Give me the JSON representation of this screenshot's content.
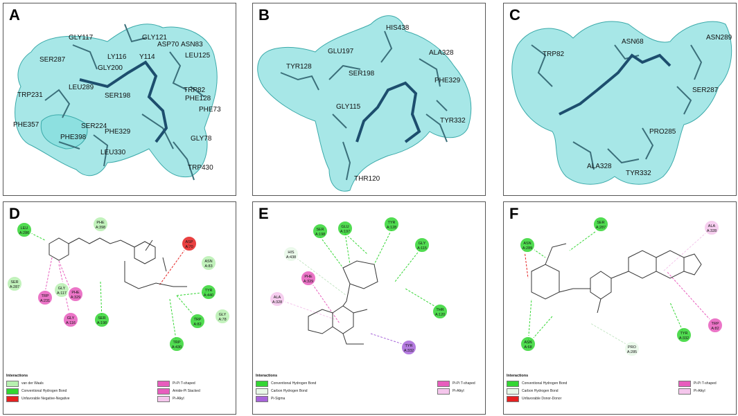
{
  "panels": {
    "A": {
      "label": "A",
      "residues": [
        "SER287",
        "GLY117",
        "LY116",
        "Y114",
        "ASP70",
        "ASN83",
        "LEU125",
        "GLY200",
        "TRP82",
        "PHE128",
        "TRP231",
        "LEU289",
        "SER198",
        "PHE73",
        "GLY121",
        "PHE357",
        "PHE398",
        "SER224",
        "PHE329",
        "GLY78",
        "LEU330",
        "TRP430"
      ]
    },
    "B": {
      "label": "B",
      "residues": [
        "HIS438",
        "GLU197",
        "ALA328",
        "TYR128",
        "SER198",
        "PHE329",
        "GLY115",
        "TYR332",
        "THR120"
      ]
    },
    "C": {
      "label": "C",
      "residues": [
        "ASN68",
        "ASN289",
        "TRP82",
        "SER287",
        "PRO285",
        "ALA328",
        "TYR332"
      ]
    },
    "D": {
      "label": "D",
      "residues": [
        {
          "name": "LEU",
          "id": "A:286",
          "type": "hbond"
        },
        {
          "name": "PHE",
          "id": "A:398",
          "type": "vdw"
        },
        {
          "name": "ASP",
          "id": "A:70",
          "type": "unfav"
        },
        {
          "name": "ASN",
          "id": "A:83",
          "type": "vdw"
        },
        {
          "name": "SER",
          "id": "A:287",
          "type": "vdw"
        },
        {
          "name": "TRP",
          "id": "A:231",
          "type": "pipi"
        },
        {
          "name": "GLY",
          "id": "A:117",
          "type": "vdw"
        },
        {
          "name": "PHE",
          "id": "A:329",
          "type": "pipi"
        },
        {
          "name": "GLY",
          "id": "A:116",
          "type": "amide"
        },
        {
          "name": "SER",
          "id": "A:198",
          "type": "hbond"
        },
        {
          "name": "TYR",
          "id": "A:440",
          "type": "hbond"
        },
        {
          "name": "TRP",
          "id": "A:82",
          "type": "hbond"
        },
        {
          "name": "GLY",
          "id": "A:78",
          "type": "vdw"
        },
        {
          "name": "TRP",
          "id": "A:430",
          "type": "hbond"
        }
      ],
      "legend": {
        "title": "Interactions",
        "items": [
          "van der Waals",
          "Conventional Hydrogen Bond",
          "Unfavorable Negative-Negative",
          "Pi-Pi T-shaped",
          "Amide-Pi Stacked",
          "Pi-Alkyl"
        ]
      }
    },
    "E": {
      "label": "E",
      "residues": [
        {
          "name": "SER",
          "id": "A:198",
          "type": "hbond"
        },
        {
          "name": "GLU",
          "id": "A:197",
          "type": "hbond"
        },
        {
          "name": "TYR",
          "id": "A:128",
          "type": "hbond"
        },
        {
          "name": "GLY",
          "id": "A:115",
          "type": "hbond"
        },
        {
          "name": "HIS",
          "id": "A:438",
          "type": "chbond"
        },
        {
          "name": "PHE",
          "id": "A:329",
          "type": "pipi"
        },
        {
          "name": "ALA",
          "id": "A:328",
          "type": "pialkyl"
        },
        {
          "name": "THR",
          "id": "A:120",
          "type": "hbond"
        },
        {
          "name": "TYR",
          "id": "A:332",
          "type": "pisigma"
        }
      ],
      "legend": {
        "title": "Interactions",
        "items": [
          "Conventional Hydrogen Bond",
          "Carbon Hydrogen Bond",
          "Pi-Sigma",
          "Pi-Pi T-shaped",
          "Pi-Alkyl"
        ]
      }
    },
    "F": {
      "label": "F",
      "residues": [
        {
          "name": "ASN",
          "id": "A:289",
          "type": "hbond"
        },
        {
          "name": "SER",
          "id": "A:287",
          "type": "hbond"
        },
        {
          "name": "ALA",
          "id": "A:328",
          "type": "pialkyl"
        },
        {
          "name": "TRP",
          "id": "A:82",
          "type": "pipi"
        },
        {
          "name": "TYR",
          "id": "A:332",
          "type": "hbond"
        },
        {
          "name": "PRO",
          "id": "A:285",
          "type": "chbond"
        },
        {
          "name": "ASN",
          "id": "A:68",
          "type": "hbond"
        }
      ],
      "legend": {
        "title": "Interactions",
        "items": [
          "Conventional Hydrogen Bond",
          "Carbon Hydrogen Bond",
          "Unfavorable Donor-Donor",
          "Pi-Pi T-shaped",
          "Pi-Alkyl"
        ]
      }
    }
  },
  "colors": {
    "surface": "#5fd3d3",
    "surface_edge": "#3aa9a9",
    "ligand": "#1d4e6e",
    "stick": "#3b6f7a",
    "vdw": "#b7f0b0",
    "hbond": "#33d633",
    "unfav": "#e52020",
    "pipi": "#e85dbd",
    "amide": "#e85dbd",
    "pialkyl": "#f5c6ec",
    "chbond": "#e8f8e8",
    "pisigma": "#a764d9"
  }
}
